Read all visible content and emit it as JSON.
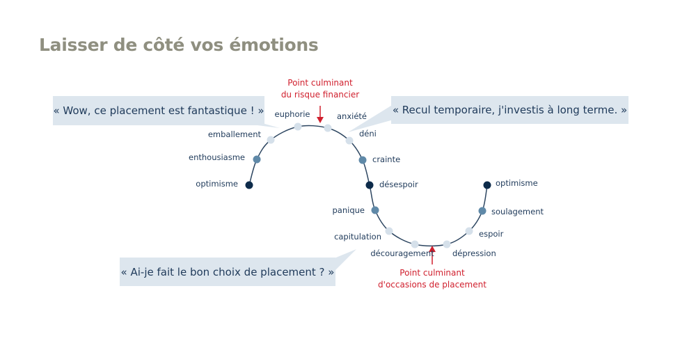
{
  "title": "Laisser de côté vos émotions",
  "colors": {
    "dark": "#0d2b4a",
    "mid": "#5f89a8",
    "light": "#d5e0ea",
    "callout": "#dde6ee",
    "accent": "#d0202e",
    "line": "#2c4560"
  },
  "stages": [
    {
      "label": "optimisme",
      "level": "dark"
    },
    {
      "label": "enthousiasme",
      "level": "mid"
    },
    {
      "label": "emballement",
      "level": "light"
    },
    {
      "label": "euphorie",
      "level": "light"
    },
    {
      "label": "anxiété",
      "level": "light"
    },
    {
      "label": "déni",
      "level": "light"
    },
    {
      "label": "crainte",
      "level": "mid"
    },
    {
      "label": "désespoir",
      "level": "dark"
    },
    {
      "label": "panique",
      "level": "mid"
    },
    {
      "label": "capitulation",
      "level": "light"
    },
    {
      "label": "découragement",
      "level": "light"
    },
    {
      "label": "dépression",
      "level": "light"
    },
    {
      "label": "espoir",
      "level": "light"
    },
    {
      "label": "soulagement",
      "level": "mid"
    },
    {
      "label": "optimisme",
      "level": "dark"
    }
  ],
  "annotations": {
    "risk_peak": {
      "line1": "Point culminant",
      "line2": "du risque financier"
    },
    "opportunity_peak": {
      "line1": "Point culminant",
      "line2": "d'occasions de placement"
    }
  },
  "quotes": [
    "« Wow, ce placement est fantastique ! »",
    "« Recul temporaire, j'investis à long terme. »",
    "« Ai-je fait le bon choix de placement ? »"
  ]
}
